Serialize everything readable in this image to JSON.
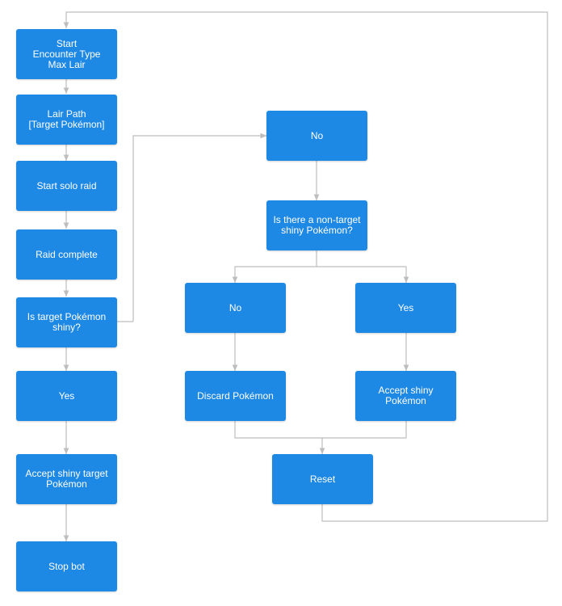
{
  "nodes": {
    "start": "Start\nEncounter Type\nMax Lair",
    "lair_path": "Lair Path\n[Target Pokémon]",
    "start_solo_raid": "Start solo raid",
    "raid_complete": "Raid complete",
    "is_target_shiny": "Is target Pokémon\nshiny?",
    "yes_left": "Yes",
    "accept_target": "Accept shiny target\nPokémon",
    "stop_bot": "Stop bot",
    "no_top": "No",
    "non_target_question": "Is there a non-target\nshiny Pokémon?",
    "no_mid": "No",
    "yes_mid": "Yes",
    "discard": "Discard Pokémon",
    "accept_shiny": "Accept shiny Pokémon",
    "reset": "Reset"
  },
  "colors": {
    "node": "#1e88e5",
    "edge": "#bdbdbd",
    "text": "#ffffff"
  }
}
